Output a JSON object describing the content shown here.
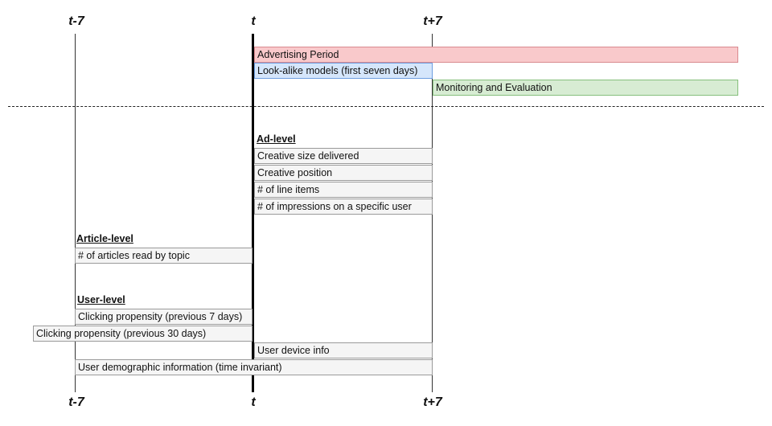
{
  "axis": {
    "tick_left": "t-7",
    "tick_center": "t",
    "tick_right": "t+7"
  },
  "phases": {
    "advertising": "Advertising Period",
    "lookalike": "Look-alike models (first seven days)",
    "monitoring": "Monitoring and Evaluation"
  },
  "ad_level": {
    "heading": "Ad-level",
    "items": [
      "Creative size delivered",
      "Creative position",
      "# of line items",
      "# of impressions on a specific user"
    ]
  },
  "article_level": {
    "heading": "Article-level",
    "items": [
      "# of articles read by topic"
    ]
  },
  "user_level": {
    "heading": "User-level",
    "clicking_7": "Clicking propensity (previous 7 days)",
    "clicking_30": "Clicking propensity (previous 30 days)",
    "device": "User device info",
    "demographic": "User demographic information (time invariant)"
  },
  "colors": {
    "advertising": "#f9c9cb",
    "lookalike": "#d5e6fb",
    "monitoring": "#d7ecd3",
    "feature_box": "#f5f5f5"
  }
}
